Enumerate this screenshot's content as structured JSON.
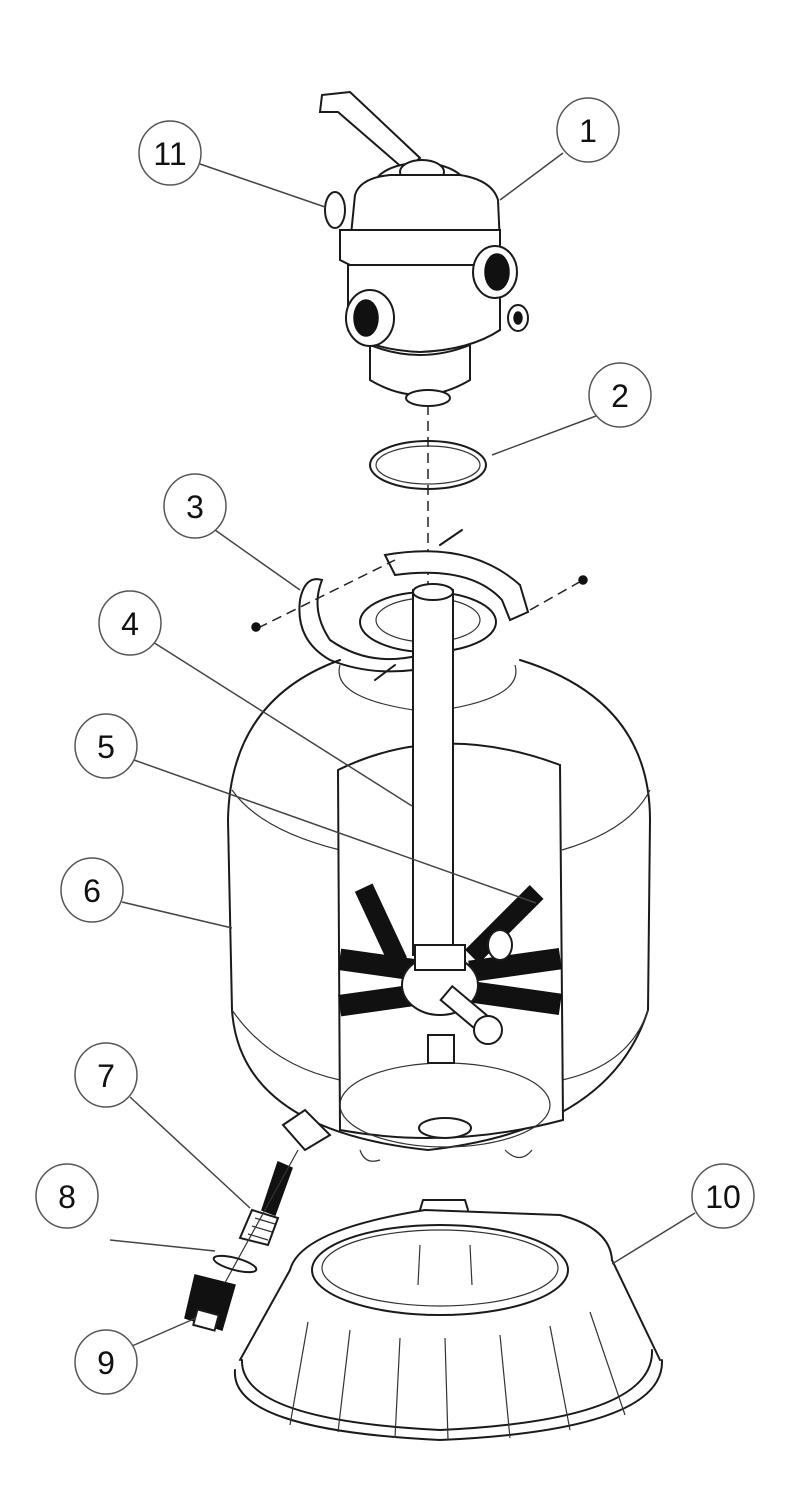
{
  "diagram": {
    "title": "",
    "subject": "Sand filter exploded parts diagram",
    "callouts": [
      {
        "id": "1",
        "label": "1",
        "part": "multiport-valve"
      },
      {
        "id": "2",
        "label": "2",
        "part": "valve-o-ring"
      },
      {
        "id": "3",
        "label": "3",
        "part": "tank-clamp"
      },
      {
        "id": "4",
        "label": "4",
        "part": "center-pipe"
      },
      {
        "id": "5",
        "label": "5",
        "part": "laterals-assembly"
      },
      {
        "id": "6",
        "label": "6",
        "part": "filter-tank"
      },
      {
        "id": "7",
        "label": "7",
        "part": "drain-screen"
      },
      {
        "id": "8",
        "label": "8",
        "part": "drain-o-ring"
      },
      {
        "id": "9",
        "label": "9",
        "part": "drain-cap"
      },
      {
        "id": "10",
        "label": "10",
        "part": "base-stand"
      },
      {
        "id": "11",
        "label": "11",
        "part": "sight-glass-port"
      }
    ]
  }
}
